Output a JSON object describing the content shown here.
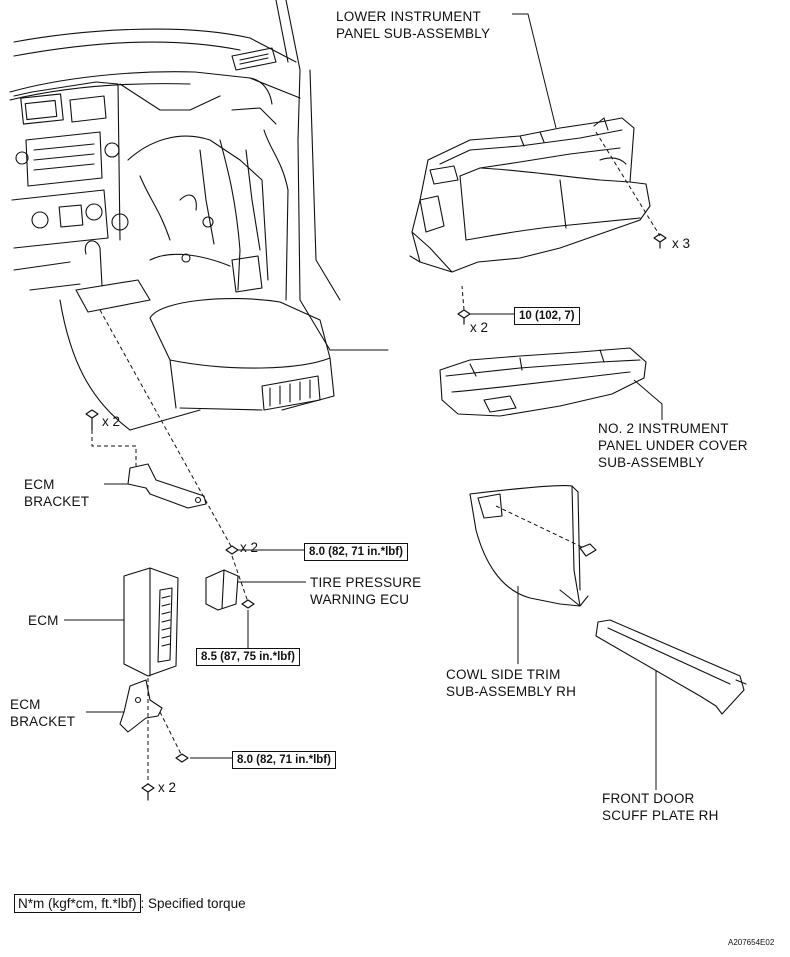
{
  "labels": {
    "lower_panel": [
      "LOWER INSTRUMENT",
      "PANEL SUB-ASSEMBLY"
    ],
    "under_cover": [
      "NO. 2 INSTRUMENT",
      "PANEL UNDER COVER",
      "SUB-ASSEMBLY"
    ],
    "ecm_bracket_upper": [
      "ECM",
      "BRACKET"
    ],
    "ecm": "ECM",
    "tire_ecu": [
      "TIRE PRESSURE",
      "WARNING ECU"
    ],
    "ecm_bracket_lower": [
      "ECM",
      "BRACKET"
    ],
    "cowl_trim": [
      "COWL SIDE TRIM",
      "SUB-ASSEMBLY RH"
    ],
    "scuff_plate": [
      "FRONT DOOR",
      "SCUFF PLATE RH"
    ]
  },
  "quantities": {
    "clip_x3": "x 3",
    "screw_x2_panel": "x 2",
    "clip_x2_bracket": "x 2",
    "nut_x2_ecu": "x 2",
    "screw_x2_bottom": "x 2"
  },
  "torques": {
    "panel_bolt": "10 (102, 7)",
    "ecu_nut": "8.0 (82, 71 in.*lbf)",
    "ecm_nut": "8.5 (87, 75 in.*lbf)",
    "bracket_nut": "8.0 (82, 71 in.*lbf)"
  },
  "legend": {
    "unit": "N*m (kgf*cm, ft.*lbf)",
    "text": ": Specified torque"
  },
  "figure_id": "A207654E02"
}
